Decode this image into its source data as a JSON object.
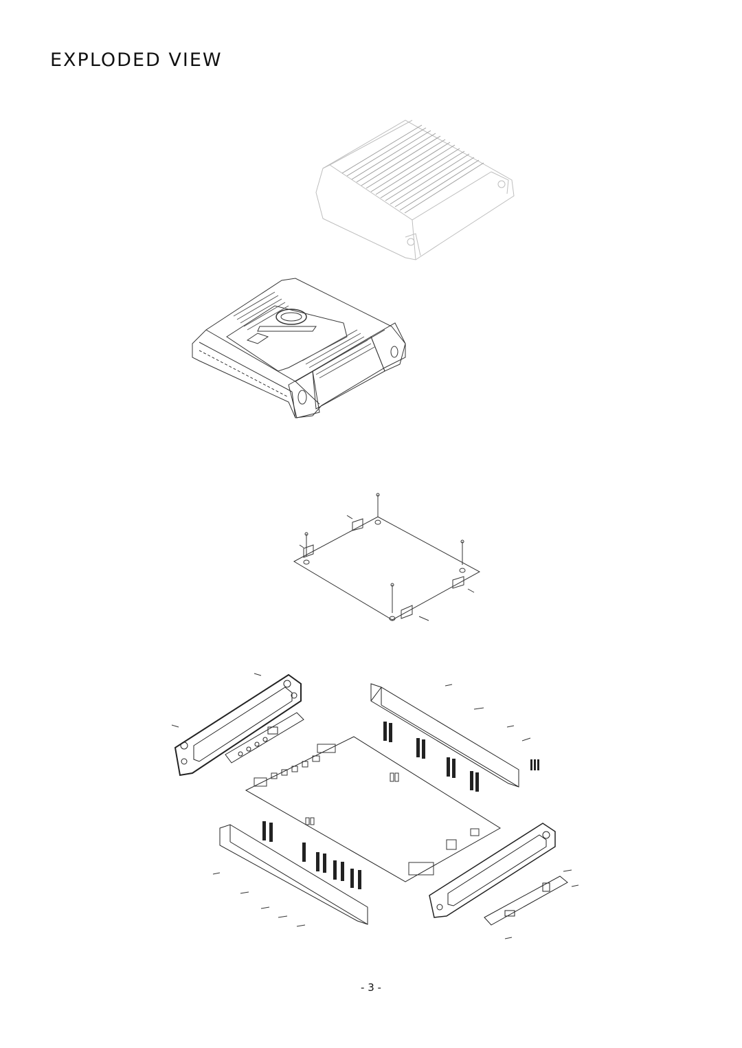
{
  "page": {
    "title": "EXPLODED VIEW",
    "page_number": "- 3 -"
  },
  "figures": [
    {
      "name": "top-heatsink-cover"
    },
    {
      "name": "assembled-amplifier"
    },
    {
      "name": "bottom-plate-with-screws"
    },
    {
      "name": "internal-board-and-end-panels"
    }
  ]
}
